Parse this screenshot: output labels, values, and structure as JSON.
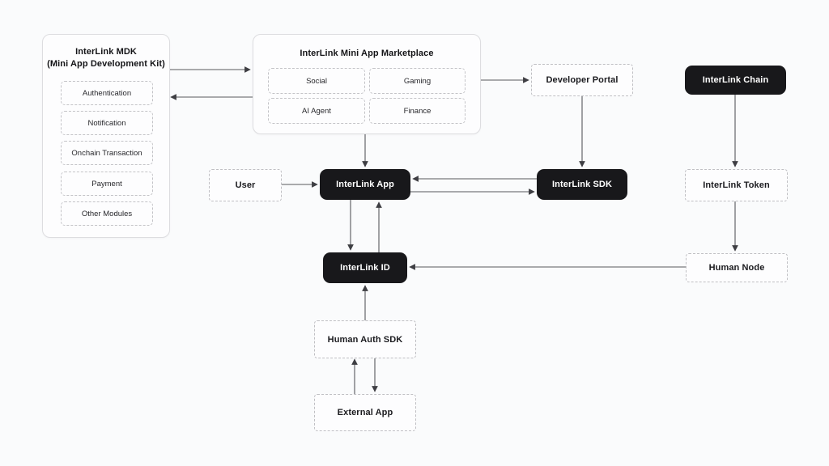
{
  "diagram": {
    "mdk": {
      "title_line1": "InterLink MDK",
      "title_line2": "(Mini App Development Kit)",
      "modules": [
        "Authentication",
        "Notification",
        "Onchain Transaction",
        "Payment",
        "Other Modules"
      ]
    },
    "marketplace": {
      "title": "InterLink Mini App Marketplace",
      "categories": [
        "Social",
        "Gaming",
        "AI Agent",
        "Finance"
      ]
    },
    "nodes": {
      "developer_portal": {
        "label": "Developer Portal",
        "style": "dashed"
      },
      "interlink_chain": {
        "label": "InterLink Chain",
        "style": "dark"
      },
      "user": {
        "label": "User",
        "style": "dashed"
      },
      "interlink_app": {
        "label": "InterLink App",
        "style": "dark"
      },
      "interlink_sdk": {
        "label": "InterLink SDK",
        "style": "dark"
      },
      "interlink_token": {
        "label": "InterLink Token",
        "style": "dashed"
      },
      "interlink_id": {
        "label": "InterLink ID",
        "style": "dark"
      },
      "human_node": {
        "label": "Human Node",
        "style": "dashed"
      },
      "human_auth_sdk": {
        "label": "Human Auth SDK",
        "style": "dashed"
      },
      "external_app": {
        "label": "External App",
        "style": "dashed"
      }
    },
    "edges": [
      {
        "from": "InterLink MDK",
        "to": "InterLink Mini App Marketplace"
      },
      {
        "from": "InterLink Mini App Marketplace",
        "to": "InterLink MDK"
      },
      {
        "from": "InterLink Mini App Marketplace",
        "to": "Developer Portal"
      },
      {
        "from": "InterLink Mini App Marketplace",
        "to": "InterLink App"
      },
      {
        "from": "Developer Portal",
        "to": "InterLink SDK"
      },
      {
        "from": "InterLink Chain",
        "to": "InterLink Token"
      },
      {
        "from": "InterLink Token",
        "to": "Human Node"
      },
      {
        "from": "User",
        "to": "InterLink App"
      },
      {
        "from": "InterLink SDK",
        "to": "InterLink App"
      },
      {
        "from": "InterLink App",
        "to": "InterLink SDK"
      },
      {
        "from": "InterLink App",
        "to": "InterLink ID"
      },
      {
        "from": "InterLink ID",
        "to": "InterLink App"
      },
      {
        "from": "Human Node",
        "to": "InterLink ID"
      },
      {
        "from": "Human Auth SDK",
        "to": "InterLink ID"
      },
      {
        "from": "External App",
        "to": "Human Auth SDK"
      },
      {
        "from": "Human Auth SDK",
        "to": "External App"
      }
    ],
    "colors": {
      "background": "#fafbfc",
      "dark_node": "#18181b",
      "dark_node_text": "#ffffff",
      "dashed_border": "#bfbfc3",
      "container_border": "#dddde0",
      "connector": "#58585d"
    }
  }
}
